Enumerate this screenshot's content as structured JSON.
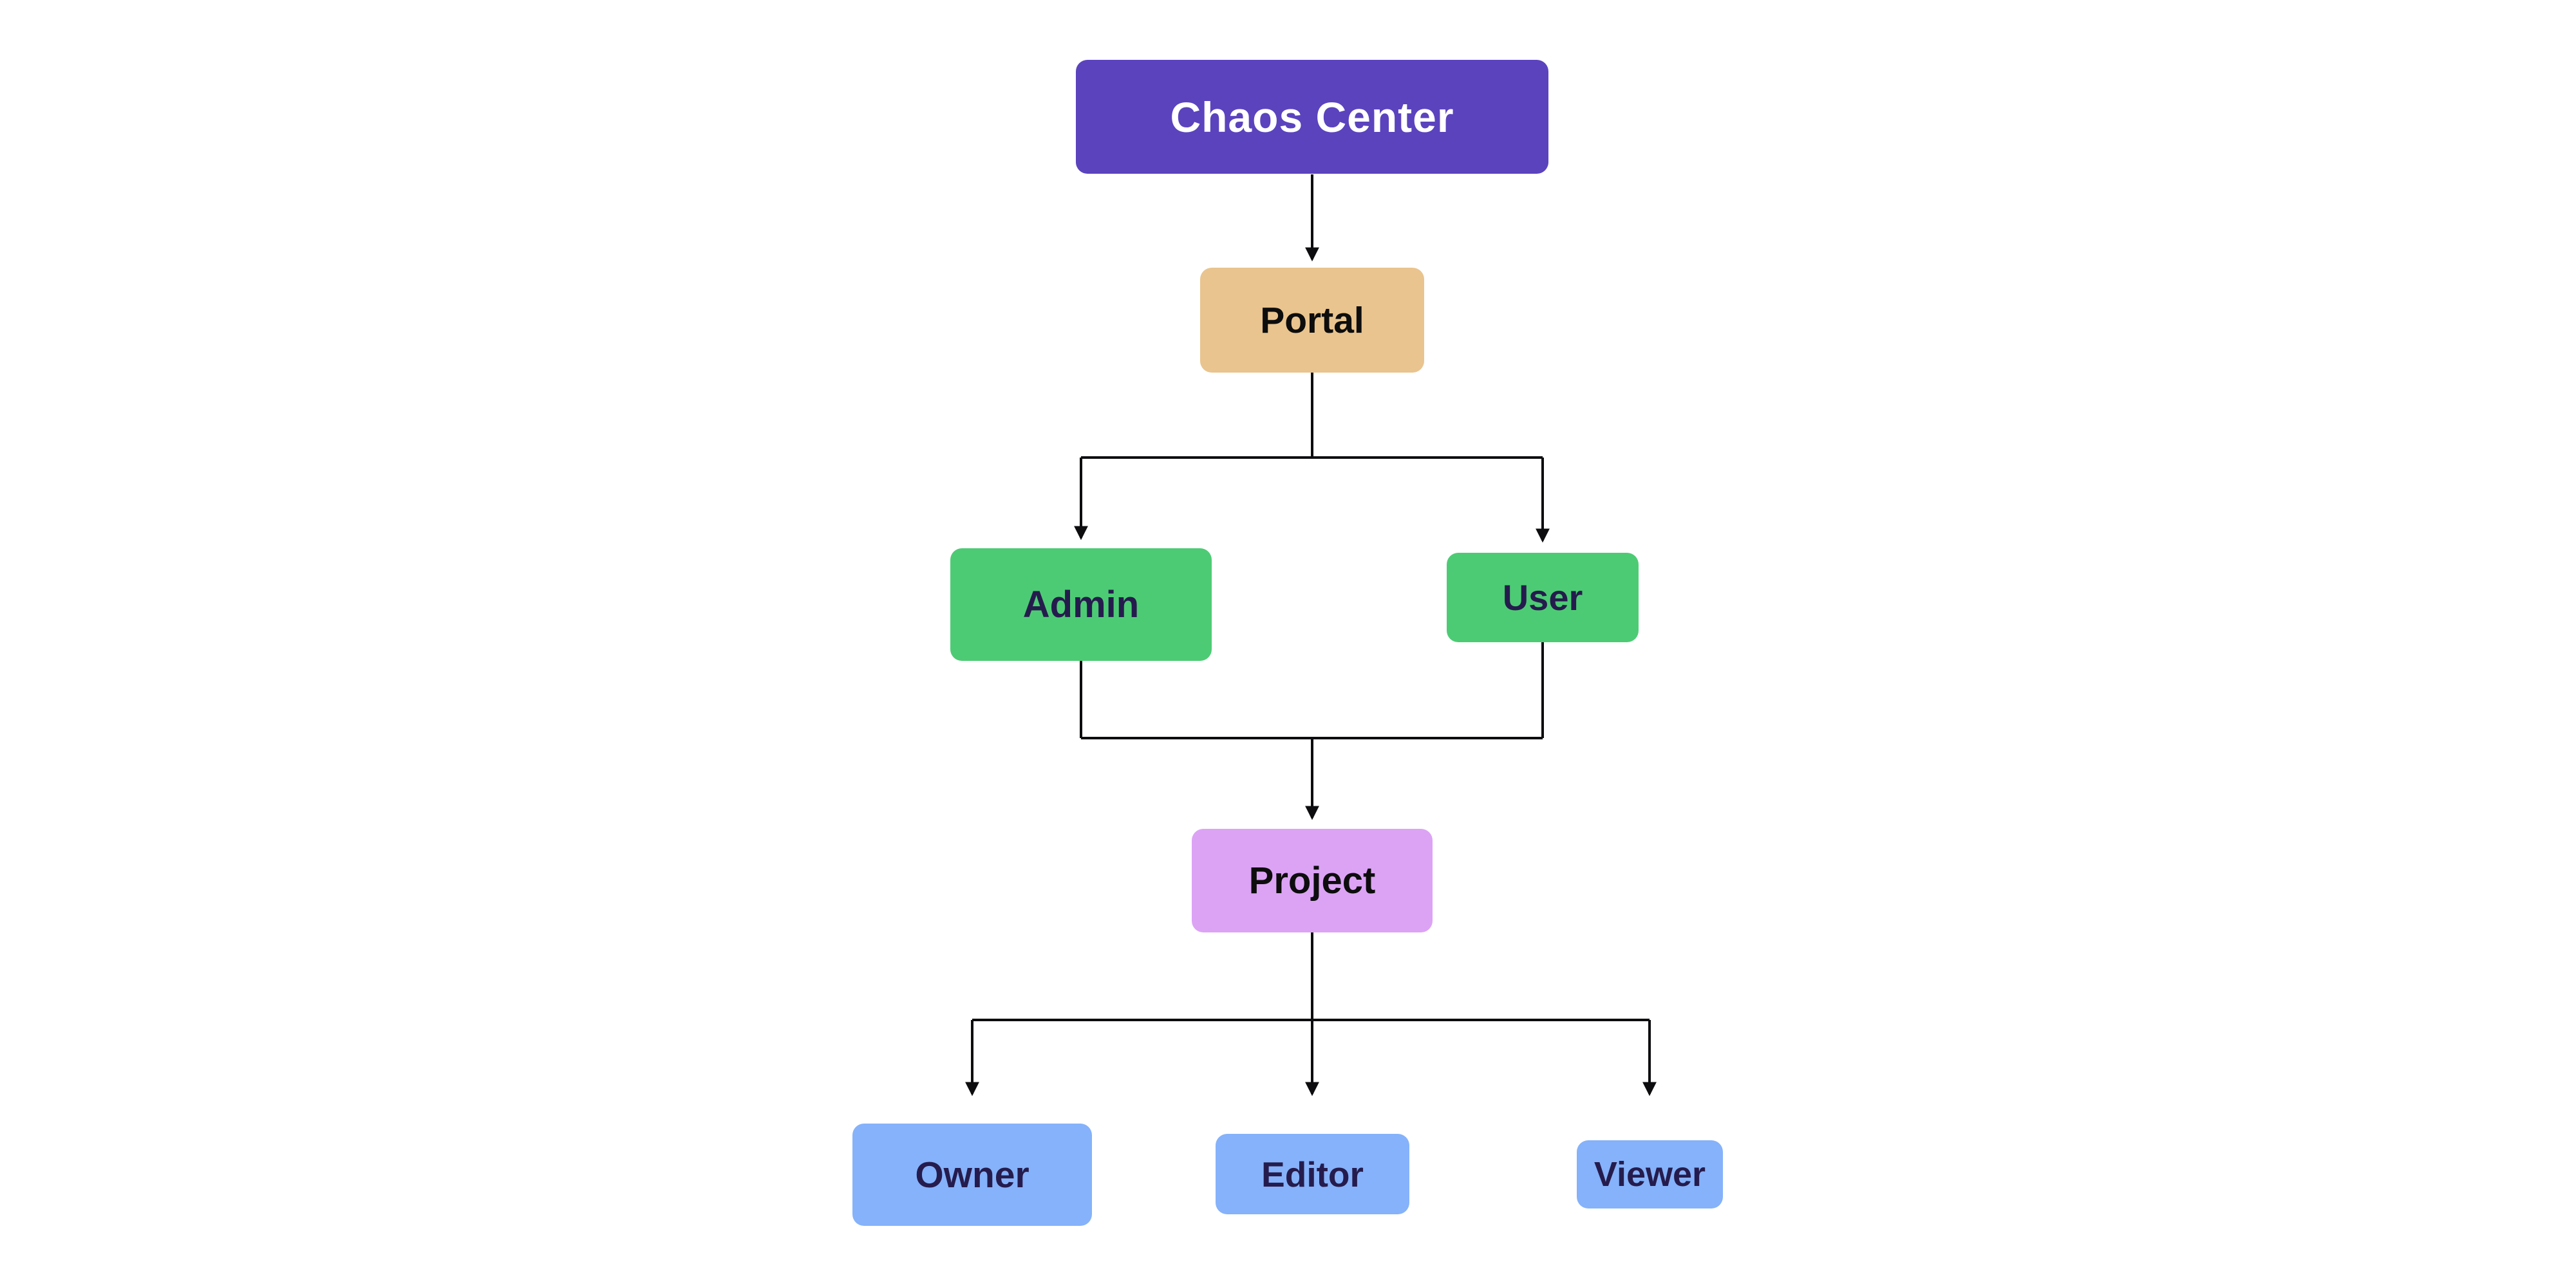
{
  "diagram": {
    "background": "#FFFFFF",
    "connector": {
      "color": "#0D0D10",
      "arrow_style": "filled-triangle"
    },
    "nodes": [
      {
        "id": "chaos-center",
        "label": "Chaos Center",
        "bg": "#5B43BE",
        "text_color": "#FFFFFF"
      },
      {
        "id": "portal",
        "label": "Portal",
        "bg": "#E9C48E",
        "text_color": "#0D0D0D"
      },
      {
        "id": "admin",
        "label": "Admin",
        "bg": "#4DCB74",
        "text_color": "#251C4D"
      },
      {
        "id": "user",
        "label": "User",
        "bg": "#4DCB74",
        "text_color": "#251C4D"
      },
      {
        "id": "project",
        "label": "Project",
        "bg": "#DCA3F5",
        "text_color": "#0D0D0D"
      },
      {
        "id": "owner",
        "label": "Owner",
        "bg": "#85B2FA",
        "text_color": "#251C4D"
      },
      {
        "id": "editor",
        "label": "Editor",
        "bg": "#85B2FA",
        "text_color": "#251C4D"
      },
      {
        "id": "viewer",
        "label": "Viewer",
        "bg": "#85B2FA",
        "text_color": "#251C4D"
      }
    ],
    "edges": [
      {
        "from": "chaos-center",
        "to": "portal"
      },
      {
        "from": "portal",
        "to": "admin"
      },
      {
        "from": "portal",
        "to": "user"
      },
      {
        "from": "admin",
        "to": "project"
      },
      {
        "from": "user",
        "to": "project"
      },
      {
        "from": "project",
        "to": "owner"
      },
      {
        "from": "project",
        "to": "editor"
      },
      {
        "from": "project",
        "to": "viewer"
      }
    ]
  }
}
